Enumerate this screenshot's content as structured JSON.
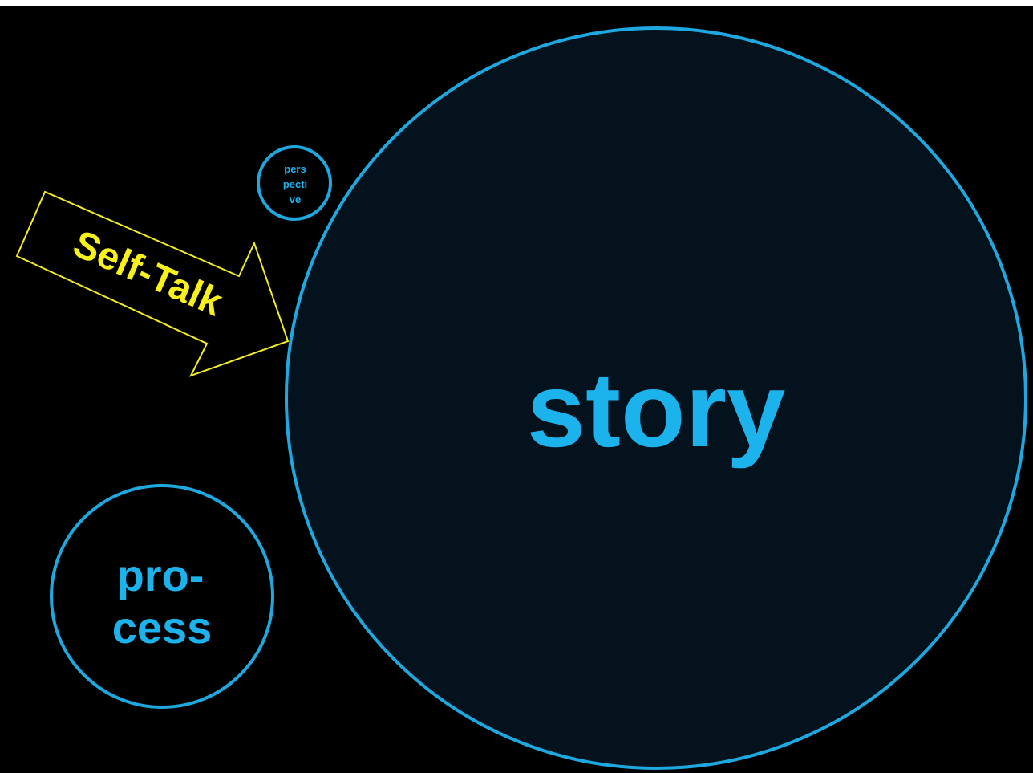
{
  "diagram": {
    "colors": {
      "background": "#000000",
      "circle_stroke": "#1ea8e0",
      "circle_fill_main": "#03121c",
      "circle_fill_small": "#000000",
      "text_blue": "#1cb2ec",
      "arrow_stroke": "#f4ee1c",
      "arrow_text": "#f7f01a"
    },
    "story": {
      "label": "story"
    },
    "process": {
      "line1": "pro-",
      "line2": "cess"
    },
    "perspective": {
      "line1": "pers",
      "line2": "pecti",
      "line3": "ve"
    },
    "self_talk": {
      "label": "Self-Talk"
    }
  }
}
